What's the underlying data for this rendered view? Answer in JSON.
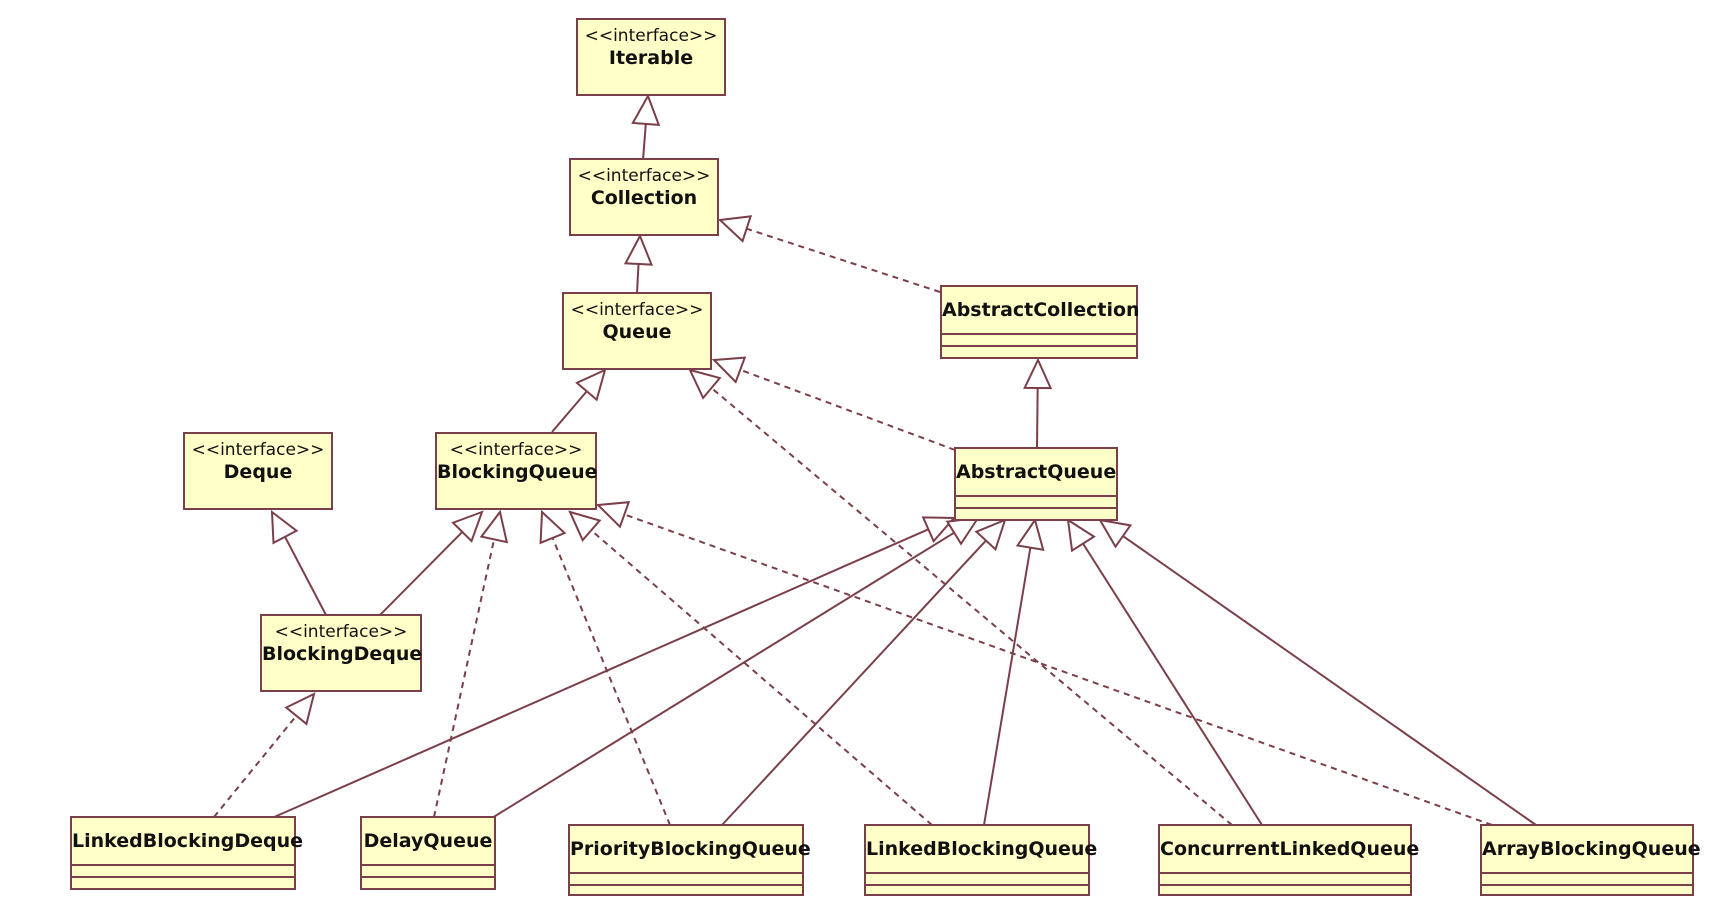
{
  "diagram": {
    "colors": {
      "box_fill": "#ffffc8",
      "line": "#7a3f48"
    },
    "nodes": [
      {
        "id": "iterable",
        "stereotype": "<<interface>>",
        "name": "Iterable",
        "kind": "interface"
      },
      {
        "id": "collection",
        "stereotype": "<<interface>>",
        "name": "Collection",
        "kind": "interface"
      },
      {
        "id": "queue",
        "stereotype": "<<interface>>",
        "name": "Queue",
        "kind": "interface"
      },
      {
        "id": "abstract-collection",
        "name": "AbstractCollection",
        "kind": "class"
      },
      {
        "id": "deque",
        "stereotype": "<<interface>>",
        "name": "Deque",
        "kind": "interface"
      },
      {
        "id": "blocking-queue",
        "stereotype": "<<interface>>",
        "name": "BlockingQueue",
        "kind": "interface"
      },
      {
        "id": "abstract-queue",
        "name": "AbstractQueue",
        "kind": "class"
      },
      {
        "id": "blocking-deque",
        "stereotype": "<<interface>>",
        "name": "BlockingDeque",
        "kind": "interface"
      },
      {
        "id": "linked-blocking-deque",
        "name": "LinkedBlockingDeque",
        "kind": "class"
      },
      {
        "id": "delay-queue",
        "name": "DelayQueue",
        "kind": "class"
      },
      {
        "id": "priority-blocking-queue",
        "name": "PriorityBlockingQueue",
        "kind": "class"
      },
      {
        "id": "linked-blocking-queue",
        "name": "LinkedBlockingQueue",
        "kind": "class"
      },
      {
        "id": "concurrent-linked-queue",
        "name": "ConcurrentLinkedQueue",
        "kind": "class"
      },
      {
        "id": "array-blocking-queue",
        "name": "ArrayBlockingQueue",
        "kind": "class"
      }
    ],
    "edges": [
      {
        "from": "collection",
        "to": "iterable",
        "type": "generalization"
      },
      {
        "from": "queue",
        "to": "collection",
        "type": "generalization"
      },
      {
        "from": "abstract-collection",
        "to": "collection",
        "type": "realization"
      },
      {
        "from": "blocking-queue",
        "to": "queue",
        "type": "generalization"
      },
      {
        "from": "abstract-queue",
        "to": "queue",
        "type": "realization"
      },
      {
        "from": "abstract-queue",
        "to": "abstract-collection",
        "type": "generalization"
      },
      {
        "from": "blocking-deque",
        "to": "deque",
        "type": "generalization"
      },
      {
        "from": "blocking-deque",
        "to": "blocking-queue",
        "type": "generalization"
      },
      {
        "from": "linked-blocking-deque",
        "to": "blocking-deque",
        "type": "realization"
      },
      {
        "from": "linked-blocking-deque",
        "to": "abstract-queue",
        "type": "generalization"
      },
      {
        "from": "delay-queue",
        "to": "blocking-queue",
        "type": "realization"
      },
      {
        "from": "delay-queue",
        "to": "abstract-queue",
        "type": "generalization"
      },
      {
        "from": "priority-blocking-queue",
        "to": "blocking-queue",
        "type": "realization"
      },
      {
        "from": "priority-blocking-queue",
        "to": "abstract-queue",
        "type": "generalization"
      },
      {
        "from": "linked-blocking-queue",
        "to": "blocking-queue",
        "type": "realization"
      },
      {
        "from": "linked-blocking-queue",
        "to": "abstract-queue",
        "type": "generalization"
      },
      {
        "from": "concurrent-linked-queue",
        "to": "queue",
        "type": "realization"
      },
      {
        "from": "concurrent-linked-queue",
        "to": "abstract-queue",
        "type": "generalization"
      },
      {
        "from": "array-blocking-queue",
        "to": "blocking-queue",
        "type": "realization"
      },
      {
        "from": "array-blocking-queue",
        "to": "abstract-queue",
        "type": "generalization"
      }
    ]
  }
}
